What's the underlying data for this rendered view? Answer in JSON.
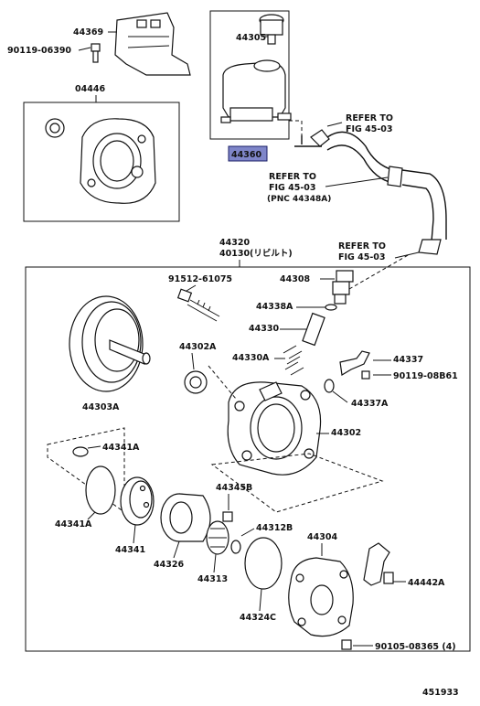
{
  "diagram_id": "451933",
  "highlighted": "44360",
  "labels": {
    "p44369": "44369",
    "p90119_06390": "90119-06390",
    "p44305": "44305",
    "p44360": "44360",
    "p04446": "04446",
    "ref1_a": "REFER TO",
    "ref1_b": "FIG 45-03",
    "ref2_a": "REFER TO",
    "ref2_b": "FIG 45-03",
    "ref2_c": "(PNC 44348A)",
    "ref3_a": "REFER TO",
    "ref3_b": "FIG 45-03",
    "p44320": "44320",
    "p40130": "40130(リビルト)",
    "p91512": "91512-61075",
    "p44308": "44308",
    "p44338A": "44338A",
    "p44330": "44330",
    "p44302A": "44302A",
    "p44330A": "44330A",
    "p44337": "44337",
    "p90119_08B61": "90119-08B61",
    "p44337A": "44337A",
    "p44303A": "44303A",
    "p44302": "44302",
    "p44341A_top": "44341A",
    "p44345B": "44345B",
    "p44341A": "44341A",
    "p44312B": "44312B",
    "p44304": "44304",
    "p44341": "44341",
    "p44326": "44326",
    "p44313": "44313",
    "p44442A": "44442A",
    "p44324C": "44324C",
    "p90105": "90105-08365 (4)"
  }
}
